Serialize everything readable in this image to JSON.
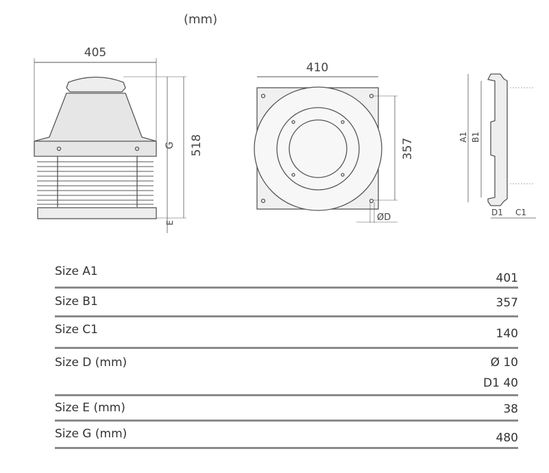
{
  "unit_label": "(mm)",
  "drawing": {
    "side_view": {
      "width": "405",
      "height": "518",
      "g": "G",
      "e": "E"
    },
    "front_view": {
      "width": "410",
      "height": "357",
      "hole": "ØD"
    },
    "profile_view": {
      "a1": "A1",
      "b1": "B1",
      "d1": "D1",
      "c1": "C1"
    }
  },
  "table": {
    "rows": [
      {
        "label": "Size  A1",
        "value": "401"
      },
      {
        "label": "Size B1",
        "value": "357"
      },
      {
        "label": "Size  C1",
        "value": "140"
      },
      {
        "label": "Size D (mm)",
        "value": "Ø 10",
        "value2": "D1  40"
      },
      {
        "label": "Size E (mm)",
        "value": "38"
      },
      {
        "label": "Size G (mm)",
        "value": "480"
      }
    ]
  }
}
